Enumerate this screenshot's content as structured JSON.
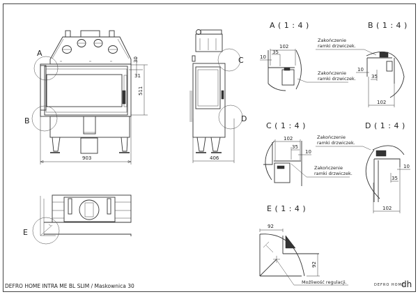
{
  "drawing": {
    "title_block": "DEFRO HOME INTRA ME BL SLIM / Maskownica 30",
    "logo": {
      "text": "DEFRO HOME",
      "mark": "dh"
    },
    "line_color": "#333333",
    "background": "#ffffff"
  },
  "views": {
    "front": {
      "callouts": [
        {
          "label": "A"
        },
        {
          "label": "B"
        }
      ],
      "dimensions": {
        "width": "903",
        "height": "511",
        "top_offset": "30",
        "inner_offset": "31"
      }
    },
    "side": {
      "callouts": [
        {
          "label": "C"
        },
        {
          "label": "D"
        }
      ],
      "dimensions": {
        "depth": "406"
      }
    },
    "top": {
      "callouts": [
        {
          "label": "E"
        }
      ]
    }
  },
  "details": {
    "A": {
      "title": "A ( 1 : 4 )",
      "dims": [
        "102",
        "35",
        "10"
      ],
      "note_line1": "Zakończenie",
      "note_line2": "ramki drzwiczek."
    },
    "B": {
      "title": "B ( 1 : 4 )",
      "dims": [
        "10",
        "35",
        "102"
      ],
      "note_line1": "Zakończenie",
      "note_line2": "ramki drzwiczek."
    },
    "C": {
      "title": "C ( 1 : 4 )",
      "dims": [
        "102",
        "35",
        "10"
      ],
      "note_line1": "Zakończenie",
      "note_line2": "ramki drzwiczek.",
      "note2_line1": "Zakończenie",
      "note2_line2": "ramki drzwiczek."
    },
    "D": {
      "title": "D ( 1 : 4 )",
      "dims": [
        "10",
        "35",
        "102"
      ]
    },
    "E": {
      "title": "E ( 1 : 4 )",
      "dims": [
        "92",
        "92"
      ],
      "note": "Możliwość regulacji."
    }
  }
}
